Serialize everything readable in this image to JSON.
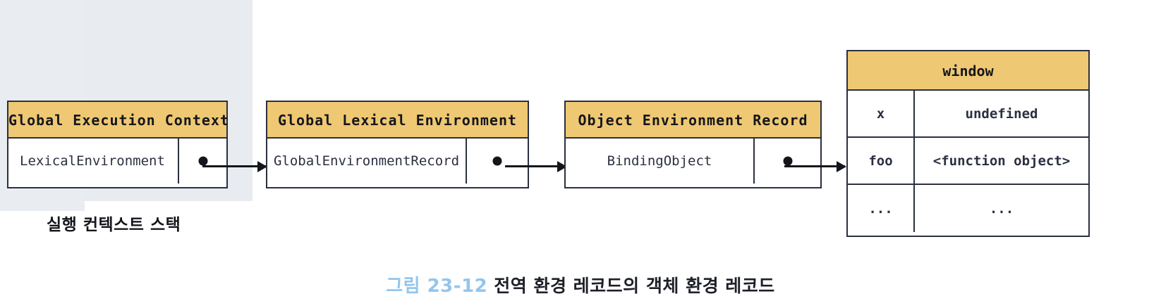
{
  "figure": {
    "caption_number": "그림 23-12",
    "caption_text": "전역 환경 레코드의 객체 환경 레코드",
    "stack_label": "실행 컨텍스트 스택"
  },
  "boxes": [
    {
      "id": "global-execution-context",
      "header": "Global Execution Context",
      "row_label": "LexicalEnvironment",
      "pointer": "filled-dot"
    },
    {
      "id": "global-lexical-environment",
      "header": "Global Lexical Environment",
      "row_label": "GlobalEnvironmentRecord",
      "pointer": "filled-dot"
    },
    {
      "id": "object-environment-record",
      "header": "Object Environment Record",
      "row_label": "BindingObject",
      "pointer": "filled-dot"
    }
  ],
  "window_table": {
    "header": "window",
    "rows": [
      {
        "key": "x",
        "value": "undefined"
      },
      {
        "key": "foo",
        "value": "<function object>"
      },
      {
        "key": "...",
        "value": "..."
      }
    ]
  },
  "arrows": [
    {
      "id": "arrow-ctx-to-lexenv",
      "from": "global-execution-context",
      "to": "global-lexical-environment"
    },
    {
      "id": "arrow-lexenv-to-objenv",
      "from": "global-lexical-environment",
      "to": "object-environment-record"
    },
    {
      "id": "arrow-objenv-to-window",
      "from": "object-environment-record",
      "to": "window-table"
    }
  ],
  "colors": {
    "header_fill": "#EFC873",
    "border": "#2B3040",
    "caption_number": "#93C6ED",
    "caption_text": "#1D2028",
    "scan_panel": "#E8EBF0"
  }
}
